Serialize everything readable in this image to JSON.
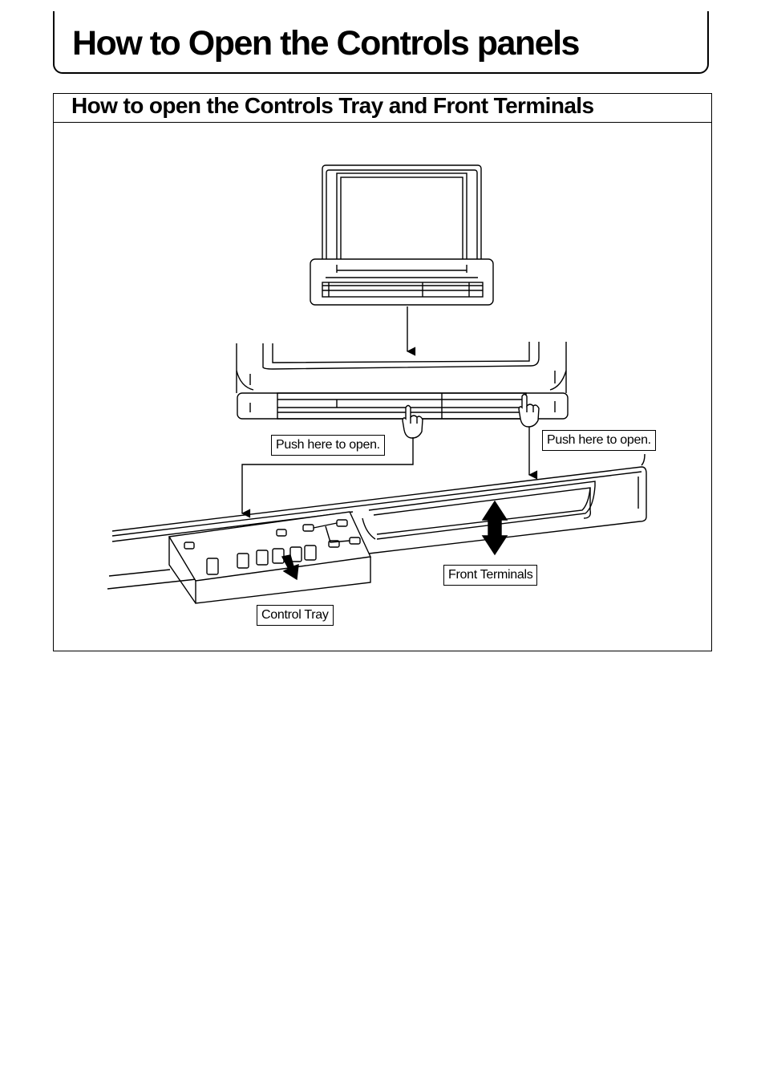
{
  "page": {
    "title": "How to Open the Controls panels"
  },
  "section": {
    "title": "How to open the Controls Tray and Front Terminals"
  },
  "callouts": {
    "push_left": "Push here to open.",
    "push_right": "Push here to open.",
    "front_terminals": "Front Terminals",
    "control_tray": "Control Tray"
  },
  "icons": [
    "pointing-hand-icon",
    "down-arrow-icon",
    "double-arrow-icon"
  ]
}
